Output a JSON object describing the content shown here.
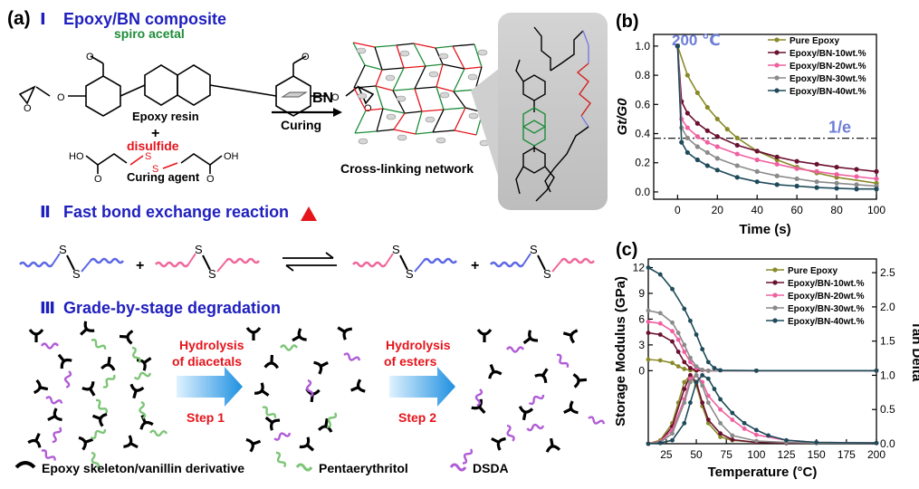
{
  "panel_a": {
    "label": "(a)",
    "sec1": {
      "numeral": "Ⅰ",
      "title": "Epoxy/BN composite"
    },
    "spiro": "spiro acetal",
    "epoxy_resin": "Epoxy resin",
    "plus": "+",
    "disulfide": "disulfide",
    "curing_agent": "Curing agent",
    "bn": "BN",
    "curing": "Curing",
    "network": "Cross-linking network",
    "sec2": {
      "numeral": "Ⅱ",
      "title": "Fast bond exchange reaction"
    },
    "sec3": {
      "numeral": "Ⅲ",
      "title": "Grade-by-stage degradation"
    },
    "step1": {
      "line1": "Hydrolysis",
      "line2": "of diacetals",
      "step": "Step 1"
    },
    "step2": {
      "line1": "Hydrolysis",
      "line2": "of esters",
      "step": "Step 2"
    },
    "legend": {
      "epoxy": "Epoxy skeleton/vanillin derivative",
      "penta": "Pentaerythritol",
      "dsda": "DSDA"
    },
    "atoms": {
      "o": "O",
      "s": "S",
      "ho": "HO",
      "oh": "OH",
      "methoxy": "O"
    },
    "colors": {
      "title_blue": "#1f1fbf",
      "red": "#e5141b",
      "green": "#1e8c3a",
      "blue_chain": "#5b67e6",
      "pink_chain": "#f0679a",
      "purple": "#b05bd6",
      "lightgreen": "#7cc576"
    }
  },
  "chart_data": [
    {
      "panel": "(b)",
      "type": "line",
      "annotation": "200 ℃",
      "ref_label": "1/e",
      "ref_value": 0.368,
      "xlabel": "Time (s)",
      "ylabel": "Gt/G0",
      "xlim": [
        -12,
        100
      ],
      "ylim": [
        -0.05,
        1.08
      ],
      "xticks": [
        0,
        20,
        40,
        60,
        80,
        100
      ],
      "yticks": [
        0.0,
        0.2,
        0.4,
        0.6,
        0.8,
        1.0
      ],
      "legend_position": "top-right",
      "series": [
        {
          "name": "Pure Epoxy",
          "color": "#8a8a2a",
          "x": [
            0,
            5,
            10,
            15,
            20,
            25,
            30,
            40,
            50,
            60,
            70,
            80,
            100
          ],
          "y": [
            1.0,
            0.8,
            0.68,
            0.58,
            0.5,
            0.43,
            0.37,
            0.28,
            0.22,
            0.17,
            0.13,
            0.1,
            0.06
          ]
        },
        {
          "name": "Epoxy/BN-10wt.%",
          "color": "#6a1030",
          "x": [
            0,
            2,
            5,
            10,
            15,
            20,
            30,
            40,
            50,
            60,
            70,
            80,
            90,
            100
          ],
          "y": [
            1.0,
            0.62,
            0.54,
            0.47,
            0.42,
            0.38,
            0.32,
            0.28,
            0.24,
            0.21,
            0.19,
            0.17,
            0.155,
            0.14
          ]
        },
        {
          "name": "Epoxy/BN-20wt.%",
          "color": "#f060a0",
          "x": [
            0,
            2,
            5,
            10,
            15,
            20,
            30,
            40,
            50,
            60,
            70,
            80,
            90,
            100
          ],
          "y": [
            1.0,
            0.5,
            0.44,
            0.38,
            0.34,
            0.31,
            0.26,
            0.22,
            0.19,
            0.16,
            0.14,
            0.12,
            0.105,
            0.09
          ]
        },
        {
          "name": "Epoxy/BN-30wt.%",
          "color": "#8a8a8a",
          "x": [
            0,
            2,
            5,
            10,
            15,
            20,
            30,
            40,
            50,
            60,
            70,
            80,
            90,
            100
          ],
          "y": [
            1.0,
            0.44,
            0.37,
            0.31,
            0.27,
            0.23,
            0.18,
            0.14,
            0.11,
            0.09,
            0.07,
            0.06,
            0.05,
            0.04
          ]
        },
        {
          "name": "Epoxy/BN-40wt.%",
          "color": "#1e4a5a",
          "x": [
            0,
            2,
            5,
            10,
            15,
            20,
            30,
            40,
            50,
            60,
            70,
            80,
            90,
            100
          ],
          "y": [
            1.0,
            0.34,
            0.27,
            0.22,
            0.18,
            0.15,
            0.1,
            0.07,
            0.05,
            0.04,
            0.03,
            0.025,
            0.02,
            0.02
          ]
        }
      ]
    },
    {
      "panel": "(c)",
      "type": "line",
      "xlabel": "Temperature (°C)",
      "ylabel": "Storage Modulus (GPa)",
      "y2label": "Tan Delta",
      "xlim": [
        10,
        200
      ],
      "ylim": [
        -8.5,
        13
      ],
      "y2lim": [
        0,
        2.7
      ],
      "xticks": [
        25,
        50,
        75,
        100,
        125,
        150,
        175,
        200
      ],
      "yticks": [
        0,
        3,
        6,
        9,
        12
      ],
      "y2ticks": [
        0.0,
        0.5,
        1.0,
        1.5,
        2.0,
        2.5
      ],
      "legend_position": "top-right",
      "series": [
        {
          "name": "Pure Epoxy",
          "color": "#8a8a2a",
          "modulus": {
            "x": [
              10,
              20,
              30,
              35,
              40,
              45,
              50,
              60,
              100,
              200
            ],
            "y": [
              1.3,
              1.2,
              0.9,
              0.5,
              0.2,
              0.05,
              0,
              0,
              0,
              0
            ]
          },
          "tan": {
            "x": [
              10,
              20,
              30,
              35,
              40,
              45,
              50,
              55,
              60,
              70,
              80,
              100,
              125,
              150,
              200
            ],
            "y": [
              0.0,
              0.05,
              0.3,
              0.6,
              0.9,
              1.0,
              0.85,
              0.55,
              0.3,
              0.1,
              0.05,
              0.02,
              0.01,
              0.01,
              0.01
            ]
          }
        },
        {
          "name": "Epoxy/BN-10wt.%",
          "color": "#6a1030",
          "modulus": {
            "x": [
              10,
              20,
              30,
              35,
              40,
              45,
              50,
              60,
              100,
              200
            ],
            "y": [
              4.4,
              4.2,
              3.4,
              2.2,
              1.0,
              0.3,
              0.05,
              0,
              0,
              0
            ]
          },
          "tan": {
            "x": [
              10,
              20,
              30,
              40,
              45,
              50,
              55,
              60,
              70,
              80,
              100,
              125,
              150,
              200
            ],
            "y": [
              0.0,
              0.03,
              0.25,
              0.8,
              1.0,
              0.9,
              0.6,
              0.35,
              0.15,
              0.06,
              0.02,
              0.01,
              0.01,
              0.01
            ]
          }
        },
        {
          "name": "Epoxy/BN-20wt.%",
          "color": "#f060a0",
          "modulus": {
            "x": [
              10,
              20,
              30,
              35,
              40,
              45,
              50,
              55,
              60,
              100,
              200
            ],
            "y": [
              5.7,
              5.5,
              4.6,
              3.6,
              2.2,
              1.0,
              0.3,
              0.05,
              0,
              0,
              0
            ]
          },
          "tan": {
            "x": [
              10,
              20,
              30,
              40,
              45,
              50,
              55,
              60,
              70,
              80,
              90,
              100,
              125,
              150,
              200
            ],
            "y": [
              0.0,
              0.03,
              0.2,
              0.65,
              0.95,
              1.0,
              0.9,
              0.7,
              0.5,
              0.35,
              0.22,
              0.13,
              0.05,
              0.02,
              0.01
            ]
          }
        },
        {
          "name": "Epoxy/BN-30wt.%",
          "color": "#8a8a8a",
          "modulus": {
            "x": [
              10,
              20,
              30,
              35,
              40,
              45,
              50,
              55,
              60,
              100,
              200
            ],
            "y": [
              7.0,
              6.7,
              5.6,
              4.4,
              3.0,
              1.5,
              0.5,
              0.1,
              0,
              0,
              0
            ]
          },
          "tan": {
            "x": [
              10,
              20,
              30,
              40,
              45,
              50,
              55,
              60,
              70,
              80,
              100,
              125,
              150,
              200
            ],
            "y": [
              0.0,
              0.02,
              0.15,
              0.6,
              0.9,
              1.0,
              0.85,
              0.6,
              0.3,
              0.12,
              0.04,
              0.02,
              0.01,
              0.01
            ]
          }
        },
        {
          "name": "Epoxy/BN-40wt.%",
          "color": "#1e4a5a",
          "modulus": {
            "x": [
              10,
              20,
              30,
              40,
              45,
              50,
              55,
              60,
              65,
              70,
              100,
              200
            ],
            "y": [
              12.0,
              11.2,
              9.5,
              7.2,
              5.8,
              4.2,
              2.5,
              1.0,
              0.3,
              0.05,
              0,
              0
            ]
          },
          "tan": {
            "x": [
              10,
              20,
              30,
              40,
              45,
              50,
              55,
              60,
              65,
              70,
              80,
              90,
              100,
              110,
              125,
              150,
              200
            ],
            "y": [
              0.0,
              0.01,
              0.05,
              0.3,
              0.6,
              0.9,
              1.0,
              0.95,
              0.8,
              0.65,
              0.45,
              0.3,
              0.2,
              0.12,
              0.05,
              0.02,
              0.01
            ]
          }
        }
      ]
    }
  ]
}
